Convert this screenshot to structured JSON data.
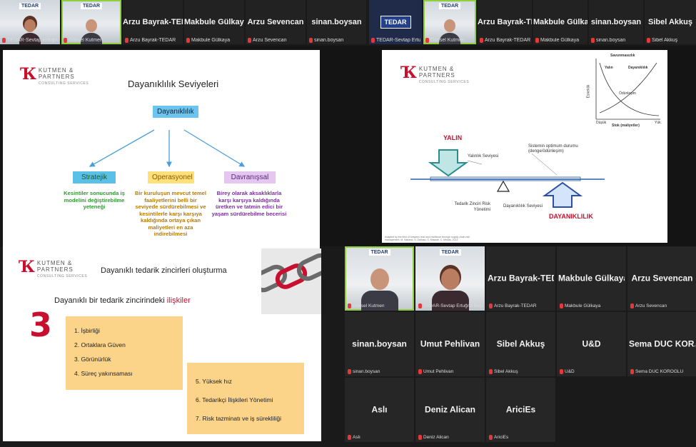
{
  "top_strip_left": [
    {
      "name": "",
      "label": "TEDAR-Sevtap Ertuğrul Başaran",
      "type": "video",
      "gender": "female",
      "active": false
    },
    {
      "name": "",
      "label": "Göksel Kutmen",
      "type": "video",
      "gender": "male",
      "active": true
    },
    {
      "name": "Arzu Bayrak-TEDAR",
      "label": "Arzu Bayrak-TEDAR",
      "type": "name"
    },
    {
      "name": "Makbule Gülkaya",
      "label": "Makbule Gülkaya",
      "type": "name"
    },
    {
      "name": "Arzu Sevencan",
      "label": "Arzu Sevencan",
      "type": "name"
    },
    {
      "name": "sinan.boysan",
      "label": "sinan.boysan",
      "type": "name"
    }
  ],
  "top_strip_right": [
    {
      "name": "",
      "label": "TEDAR-Sevtap Ertuğrul Başaran",
      "type": "logo",
      "logo": "TEDAR"
    },
    {
      "name": "",
      "label": "Göksel Kutmen",
      "type": "video",
      "gender": "male",
      "active": true
    },
    {
      "name": "Arzu Bayrak-TEDAR",
      "label": "Arzu Bayrak-TEDAR",
      "type": "name"
    },
    {
      "name": "Makbule Gülkaya",
      "label": "Makbule Gülkaya",
      "type": "name"
    },
    {
      "name": "sinan.boysan",
      "label": "sinan.boysan",
      "type": "name"
    },
    {
      "name": "Sibel Akkuş",
      "label": "Sibel Akkuş",
      "type": "name"
    }
  ],
  "logo": {
    "line1": "KUTMEN &",
    "line2": "PARTNERS",
    "line3": "CONSULTING SERVICES"
  },
  "slide1": {
    "title": "Dayanıklılık Seviyeleri",
    "root": "Dayanıklılık",
    "branches": [
      {
        "label": "Stratejik",
        "desc": "Kesintiler sonucunda iş modelini değiştirebilme yeteneği"
      },
      {
        "label": "Operasyonel",
        "desc": "Bir kuruluşun mevcut temel faaliyetlerini belli bir seviyede sürdürebilmesi ve kesintilerle karşı karşıya kaldığında ortaya çıkan maliyetleri en aza indirebilmesi"
      },
      {
        "label": "Davranışsal",
        "desc": "Birey olarak aksaklıklarla karşı karşıya kaldığında üretken ve tatmin edici bir yaşam sürdürebilme becerisi"
      }
    ]
  },
  "slide2": {
    "title": "Dayanıklı tedarik zincirleri oluşturma",
    "subtitle_pre": "Dayanıklı bir tedarik zincirindeki ",
    "subtitle_hl": "ilişkiler",
    "number": "3",
    "list_a": [
      "1. İşbirliği",
      "2. Ortaklara Güven",
      "3. Görünürlük",
      "4. Süreç yakınsaması"
    ],
    "list_b": [
      "5. Yüksek hız",
      "6. Tedarikçi İlişkileri Yönetimi",
      "7. Risk tazminatı ve iş sürekliliği"
    ]
  },
  "slide3": {
    "chart_title": "Savunmasızlık",
    "curve_yalin": "Yalın",
    "curve_dayaniklilik": "Dayanıklılık",
    "curve_odunlesim": "Ödünleşim",
    "y_axis": "Esneklik",
    "x_axis": "Stok (maliyetler)",
    "axis_low": "Düşük",
    "axis_high": "Yük.",
    "yalin": "YALIN",
    "yalinlik_seviyesi": "Yalınlık Seviyesi",
    "optimum": "Sistemin optimum durumu (denge/ödünleşim)",
    "tedarik": "Tedarik Zinciri Risk Yönetimi",
    "dayaniklilik_seviyesi": "Dayanıklılık Seviyesi",
    "dayaniklilik": "DAYANIKLILIK",
    "footnote": "Adapted by the field of between lean and resilience through supply chain risk management. M. Babaria, S. Dalhatu, S. Mawiah, C. Mhlala, 2013"
  },
  "gallery": [
    {
      "name": "",
      "label": "Göksel Kutmen",
      "type": "video",
      "gender": "male",
      "active": true
    },
    {
      "name": "",
      "label": "TEDAR-Sevtap Ertuğrul Başaran",
      "type": "video",
      "gender": "female",
      "active": false
    },
    {
      "name": "Arzu  Bayrak-TED...",
      "label": "Arzu Bayrak-TEDAR",
      "type": "name"
    },
    {
      "name": "Makbule Gülkaya",
      "label": "Makbule Gülkaya",
      "type": "name"
    },
    {
      "name": "Arzu Sevencan",
      "label": "Arzu Sevencan",
      "type": "name"
    },
    {
      "name": "sinan.boysan",
      "label": "sinan.boysan",
      "type": "name"
    },
    {
      "name": "Umut Pehlivan",
      "label": "Umut Pehlivan",
      "type": "name"
    },
    {
      "name": "Sibel Akkuş",
      "label": "Sibel Akkuş",
      "type": "name"
    },
    {
      "name": "U&D",
      "label": "U&D",
      "type": "name"
    },
    {
      "name": "Sema DUC KOR...",
      "label": "Sema DUC KOROGLU",
      "type": "name"
    },
    {
      "name": "Aslı",
      "label": "Aslı",
      "type": "name"
    },
    {
      "name": "Deniz Alican",
      "label": "Deniz Alican",
      "type": "name"
    },
    {
      "name": "AriciEs",
      "label": "AriciEs",
      "type": "name"
    }
  ],
  "colors": {
    "accent_red": "#c8102e",
    "active_speaker": "#8fcf3c",
    "mic_muted": "#e23a3a"
  }
}
